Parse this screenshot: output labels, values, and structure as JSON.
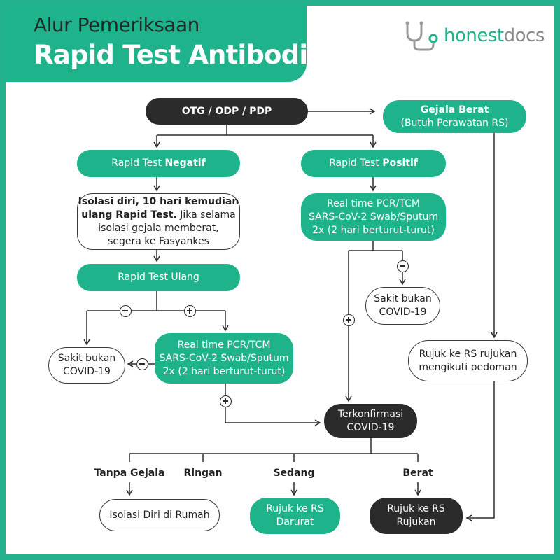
{
  "header": {
    "title_line1": "Alur Pemeriksaan",
    "title_line2": "Rapid Test Antibodi"
  },
  "logo": {
    "part1": "honest",
    "part2": "docs",
    "icon": "stethoscope-icon"
  },
  "colors": {
    "accent": "#1fb38c",
    "dark": "#2b2b2b",
    "outline": "#3a3a3a"
  },
  "nodes": {
    "start": "OTG / ODP / PDP",
    "severe_title": "Gejala Berat",
    "severe_sub": "(Butuh Perawatan RS)",
    "neg_prefix": "Rapid Test ",
    "neg_bold": "Negatif",
    "pos_prefix": "Rapid Test ",
    "pos_bold": "Positif",
    "isolation_line1": "Isolasi diri, 10 hari kemudian",
    "isolation_line2_bold": "ulang Rapid Test.",
    "isolation_line2_rest": " Jika selama",
    "isolation_line3": "isolasi gejala memberat,",
    "isolation_line4": "segera ke Fasyankes",
    "retest": "Rapid Test Ulang",
    "pcr_line1": "Real time PCR/TCM",
    "pcr_line2": "SARS-CoV-2 Swab/Sputum",
    "pcr_line3": "2x (2 hari berturut-turut)",
    "not_covid_line1": "Sakit bukan",
    "not_covid_line2": "COVID-19",
    "refer_line1": "Rujuk ke RS rujukan",
    "refer_line2": "mengikuti pedoman",
    "confirmed_line1": "Terkonfirmasi",
    "confirmed_line2": "COVID-19",
    "home_isolation": "Isolasi Diri di Rumah",
    "emergency_line1": "Rujuk ke RS",
    "emergency_line2": "Darurat",
    "referral_line1": "Rujuk ke RS",
    "referral_line2": "Rujukan"
  },
  "severity": {
    "none": "Tanpa Gejala",
    "mild": "Ringan",
    "moderate": "Sedang",
    "severe": "Berat"
  }
}
